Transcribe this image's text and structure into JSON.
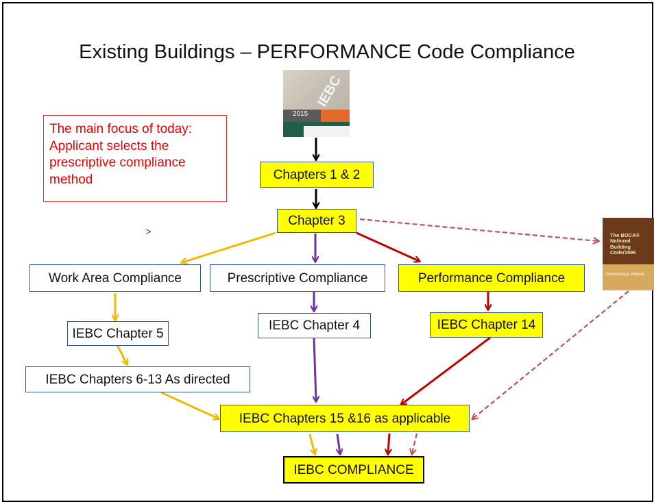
{
  "title": "Existing Buildings – PERFORMANCE Code Compliance",
  "note_lines": [
    "The main focus of today:",
    "Applicant selects the",
    "prescriptive compliance",
    "method"
  ],
  "gt_symbol": ">",
  "book1": {
    "label": "IEBC",
    "year": "2015"
  },
  "book2": {
    "title_lines": [
      "The BOCA®",
      "National",
      "Building",
      "Code/1996"
    ],
    "subtitle": "Commentary·Volume"
  },
  "nodes": {
    "ch12": "Chapters 1 & 2",
    "ch3": "Chapter 3",
    "work_area": "Work Area Compliance",
    "prescriptive": "Prescriptive Compliance",
    "performance": "Performance Compliance",
    "ch5": "IEBC Chapter 5",
    "ch4": "IEBC Chapter 4",
    "ch14": "IEBC Chapter 14",
    "ch613": "IEBC Chapters 6-13 As directed",
    "ch1516": "IEBC Chapters 15 &16 as applicable",
    "final": "IEBC COMPLIANCE"
  },
  "colors": {
    "work_area_path": "#f5b800",
    "prescriptive_path": "#7030a0",
    "performance_path": "#c00000",
    "reference_path": "#c0504d",
    "main_path": "#000000",
    "highlight": "#ffff00",
    "note_text": "#ee0000"
  }
}
